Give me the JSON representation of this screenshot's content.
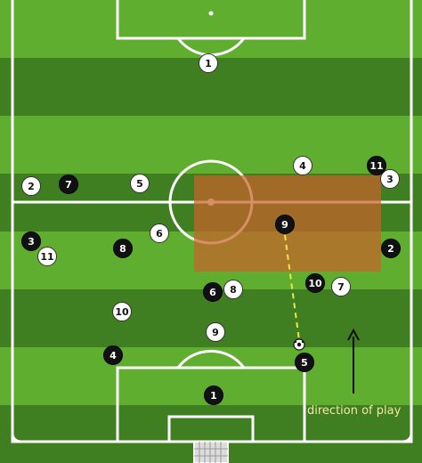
{
  "colors": {
    "grass_light": "#5fae2f",
    "grass_dark": "#3f7f22",
    "line": "#ffffff",
    "team_white": "#ffffff",
    "team_black": "#111111",
    "highlight_zone": "#c8642a",
    "pass_line": "#f0e44a",
    "arrow": "#0b0b0b",
    "caption_text": "#f5e7a1"
  },
  "caption": {
    "text": "direction of play",
    "icon": "up-arrow-icon"
  },
  "ball": {
    "icon": "football-icon"
  },
  "players": {
    "white": [
      {
        "number": "1"
      },
      {
        "number": "2"
      },
      {
        "number": "5"
      },
      {
        "number": "4"
      },
      {
        "number": "3"
      },
      {
        "number": "11"
      },
      {
        "number": "6"
      },
      {
        "number": "8"
      },
      {
        "number": "7"
      },
      {
        "number": "10"
      },
      {
        "number": "9"
      }
    ],
    "black": [
      {
        "number": "11"
      },
      {
        "number": "7"
      },
      {
        "number": "3"
      },
      {
        "number": "8"
      },
      {
        "number": "9"
      },
      {
        "number": "2"
      },
      {
        "number": "10"
      },
      {
        "number": "6"
      },
      {
        "number": "4"
      },
      {
        "number": "5"
      },
      {
        "number": "1"
      }
    ]
  }
}
